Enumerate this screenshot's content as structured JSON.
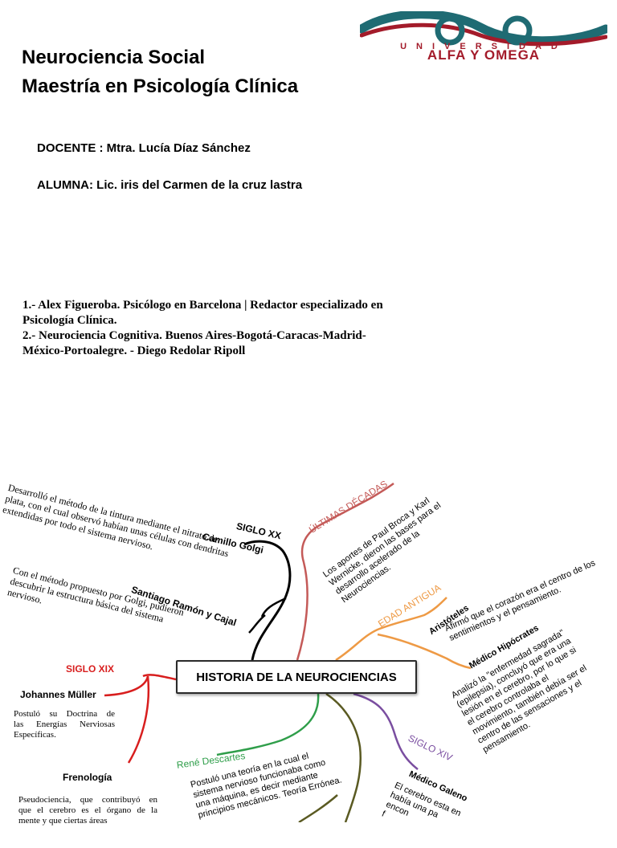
{
  "logo": {
    "colors": {
      "teal": "#1f6b73",
      "red": "#a31b2a"
    },
    "top_text": "UNIVERSIDAD",
    "bottom_text": "ALFA Y OMEGA"
  },
  "header": {
    "title_line1": "Neurociencia Social",
    "title_line2": "Maestría en Psicología Clínica",
    "teacher": "DOCENTE : Mtra. Lucía Díaz Sánchez",
    "student": "ALUMNA: Lic. iris del Carmen de la cruz lastra"
  },
  "references": [
    "1.- Alex Figueroba. Psicólogo en Barcelona | Redactor especializado en",
    "Psicología Clínica.",
    "2.- Neurociencia Cognitiva. Buenos Aires-Bogotá-Caracas-Madrid-",
    "México-Portoalegre. - Diego Redolar Ripoll"
  ],
  "mindmap": {
    "center": "HISTORIA DE LA NEUROCIENCIAS",
    "colors": {
      "siglo_xix": "#d81e1e",
      "edad_antigua": "#ee9a45",
      "ultimas_decadas": "#c45a58",
      "rene_descartes": "#2f9e4a",
      "siglo_xiv": "#7a4ea0",
      "siglo_xx": "#000000"
    },
    "siglo_xx": {
      "label": "SIGLO XX",
      "golgi": {
        "name": "Camillo Golgi",
        "text": [
          "Desarrolló el método de la tintura mediante el nitrato de",
          "plata, con el cual observó habían unas células con dendritas",
          "extendidas por todo el sistema nervioso."
        ]
      },
      "cajal": {
        "name": "Santiago Ramón y Cajal",
        "text": [
          "Con el método propuesto por Golgi, pudieron",
          "descubrir la estructura básica del sistema",
          "nervioso."
        ]
      }
    },
    "ultimas_decadas": {
      "label": "ÚLTIMAS DÉCADAS",
      "text": [
        "Los aportes de Paul Broca y Karl",
        "Wernicke, dieron las bases para el",
        "desarrollo acelerado de la",
        "Neurociencias."
      ]
    },
    "edad_antigua": {
      "label": "EDAD ANTIGUA",
      "aristoteles": {
        "name": "Aristóteles",
        "text": [
          "Afirmó que el corazón era el centro de los",
          "sentimientos y el pensamiento."
        ]
      },
      "hipocrates": {
        "name": "Médico Hipócrates",
        "text": [
          "Analizó la \"enfermedad sagrada\"",
          "(epilepsia), concluyó que era una",
          "lesión en el cerebro, por lo que si",
          "el cerebro controlaba el",
          "movimiento, también debía ser el",
          "centro de las sensaciones y el",
          "pensamiento."
        ]
      }
    },
    "siglo_xix": {
      "label": "SIGLO XIX",
      "muller": {
        "name": "Johannes Müller",
        "text": [
          "Postuló su Doctrina de",
          "las Energías Nerviosas",
          "Específicas."
        ]
      },
      "frenologia": {
        "name": "Frenología",
        "text": [
          "Pseudociencia, que contribuyó en",
          "que el cerebro es el órgano de la",
          "mente y que ciertas áreas"
        ]
      }
    },
    "rene_descartes": {
      "label": "René Descartes",
      "text": [
        "Postuló una teoría en la cual el",
        "sistema nervioso funcionaba como",
        "una máquina, es decir mediante",
        "principios mecánicos. Teoría Errónea."
      ]
    },
    "siglo_xiv": {
      "label": "SIGLO XIV",
      "galeno": {
        "name": "Médico Galeno",
        "text": [
          "El cerebro esta en",
          "había una pa",
          "encon",
          "f"
        ]
      }
    }
  }
}
